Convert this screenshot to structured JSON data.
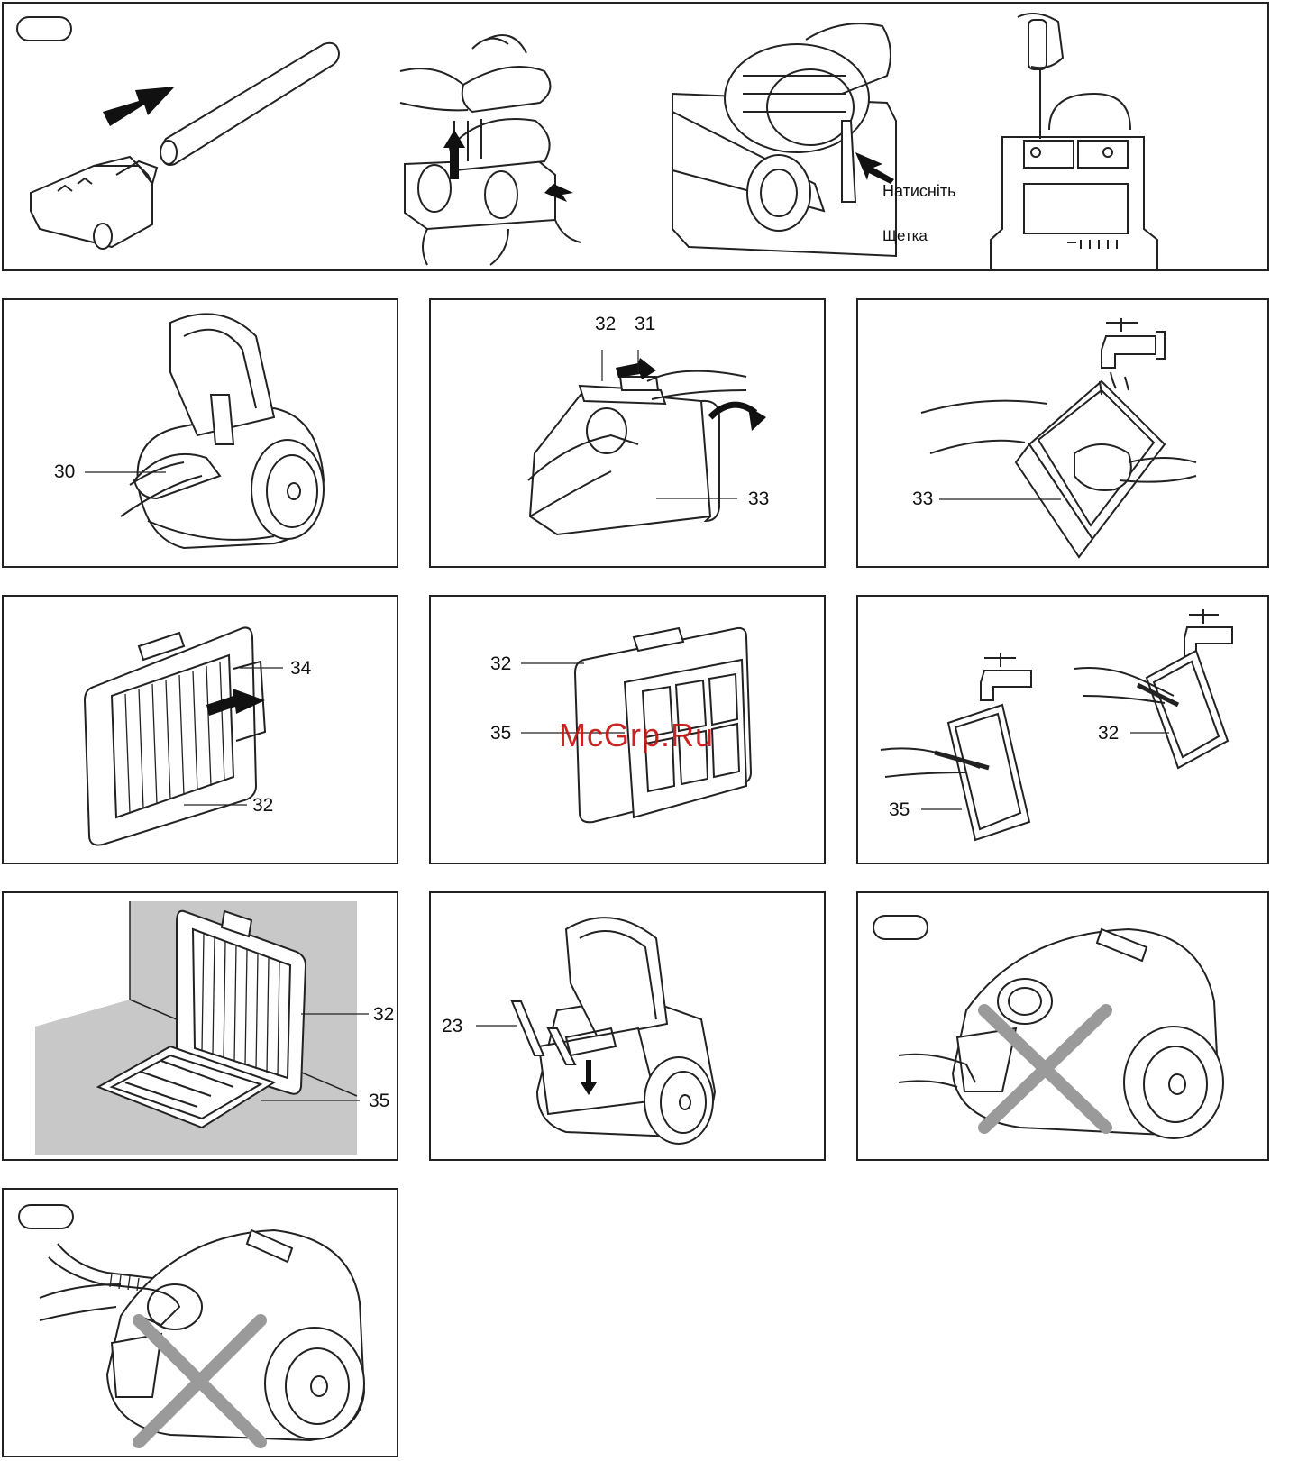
{
  "top_panel": {
    "caption_press": "Натисніть",
    "caption_brush": "Щетка"
  },
  "labels": {
    "p30": "30",
    "p32a": "32",
    "p31": "31",
    "p33a": "33",
    "p33b": "33",
    "p34": "34",
    "p32b": "32",
    "p32c": "32",
    "p35a": "35",
    "p32d": "32",
    "p35b": "35",
    "p32e": "32",
    "p35c": "35",
    "p23": "23"
  },
  "watermark": "McGrp.Ru",
  "icons": [
    "arrow-icon",
    "faucet-icon",
    "cross-mark-icon",
    "screwdriver-icon"
  ],
  "colors": {
    "line": "#222222",
    "shade": "#c8c8c8",
    "cross": "#9a9a9a",
    "watermark": "#c41212"
  }
}
